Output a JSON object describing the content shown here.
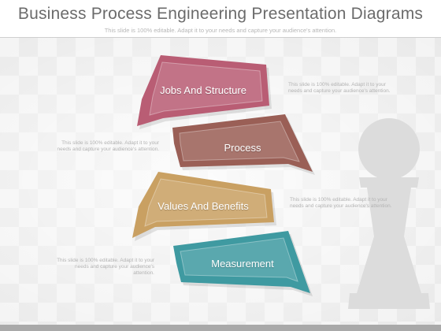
{
  "slide": {
    "title": "Business Process Engineering Presentation Diagrams",
    "subtitle": "This slide is 100% editable. Adapt it to your needs and capture your audience's attention."
  },
  "steps": [
    {
      "label": "Jobs And Structure",
      "color": "#b95d74"
    },
    {
      "label": "Process",
      "color": "#9a5f56"
    },
    {
      "label": "Values And Benefits",
      "color": "#c9a062"
    },
    {
      "label": "Measurement",
      "color": "#3f9aa1"
    }
  ],
  "notes": [
    {
      "text": "This slide is 100% editable. Adapt it to your needs and capture your audience's attention."
    },
    {
      "text": "This slide is 100% editable. Adapt it to your needs and capture your audience's attention."
    },
    {
      "text": "This slide is 100% editable. Adapt it to your needs and capture your audience's attention."
    },
    {
      "text": "This slide is 100% editable. Adapt it to your needs and capture your audience's attention."
    }
  ],
  "colors": {
    "background": "#ffffff",
    "title": "#6b6b6b",
    "chess_piece": "#dcdcdc"
  }
}
